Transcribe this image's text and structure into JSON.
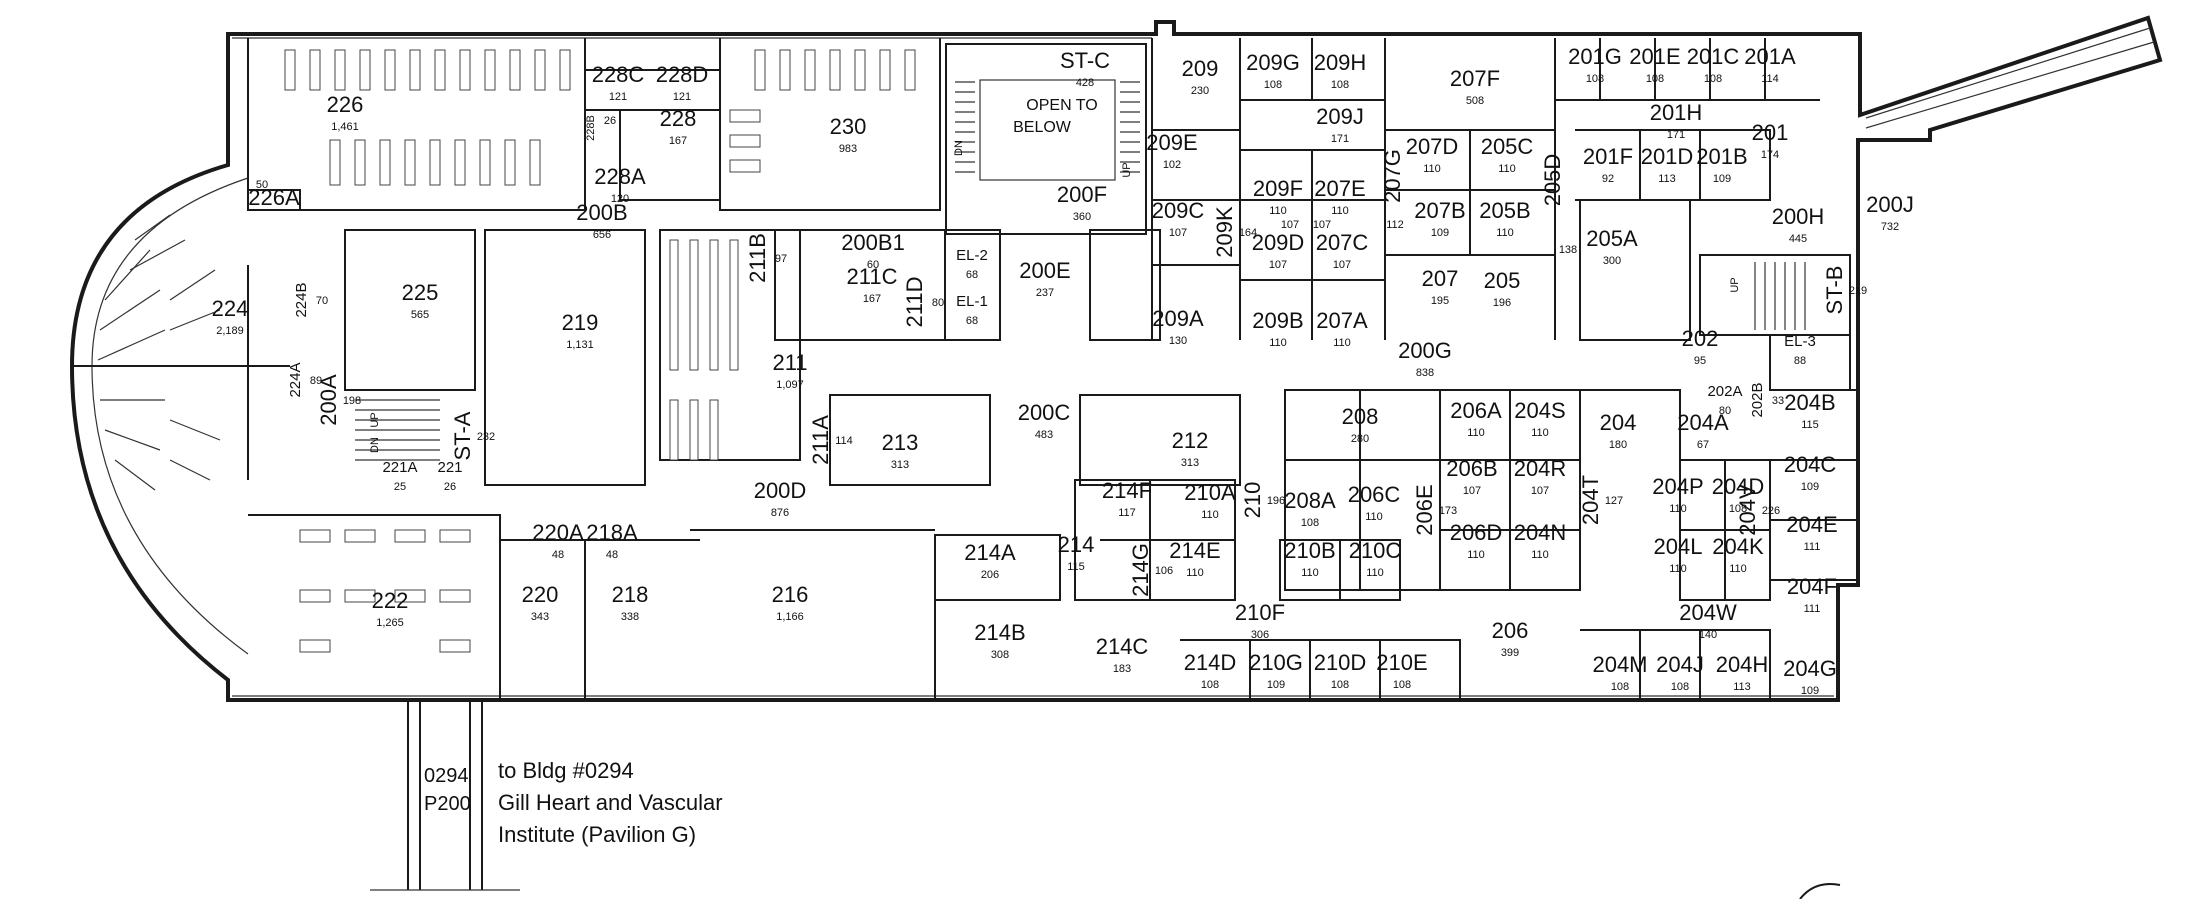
{
  "rooms": [
    {
      "id": "226",
      "area": "1,461"
    },
    {
      "id": "226A",
      "area": ""
    },
    {
      "id": "228C",
      "area": "121"
    },
    {
      "id": "228D",
      "area": "121"
    },
    {
      "id": "228",
      "area": "167"
    },
    {
      "id": "228A",
      "area": "120"
    },
    {
      "id": "230",
      "area": "983"
    },
    {
      "id": "ST-C",
      "area": "428"
    },
    {
      "id": "209",
      "area": "230"
    },
    {
      "id": "209G",
      "area": "108"
    },
    {
      "id": "209H",
      "area": "108"
    },
    {
      "id": "209J",
      "area": "171"
    },
    {
      "id": "207F",
      "area": "508"
    },
    {
      "id": "201G",
      "area": "108"
    },
    {
      "id": "201E",
      "area": "108"
    },
    {
      "id": "201C",
      "area": "108"
    },
    {
      "id": "201A",
      "area": "114"
    },
    {
      "id": "201H",
      "area": "171"
    },
    {
      "id": "201",
      "area": "174"
    },
    {
      "id": "201F",
      "area": "92"
    },
    {
      "id": "201D",
      "area": "113"
    },
    {
      "id": "201B",
      "area": "109"
    },
    {
      "id": "200J",
      "area": "732"
    },
    {
      "id": "200H",
      "area": "445"
    },
    {
      "id": "209E",
      "area": "102"
    },
    {
      "id": "209F",
      "area": "110"
    },
    {
      "id": "207E",
      "area": "110"
    },
    {
      "id": "207D",
      "area": "110"
    },
    {
      "id": "205C",
      "area": "110"
    },
    {
      "id": "207G",
      "area": ""
    },
    {
      "id": "205D",
      "area": ""
    },
    {
      "id": "200F",
      "area": "360"
    },
    {
      "id": "209C",
      "area": "107"
    },
    {
      "id": "209K",
      "area": "164"
    },
    {
      "id": "209D",
      "area": "107"
    },
    {
      "id": "207C",
      "area": "107"
    },
    {
      "id": "207B",
      "area": "109"
    },
    {
      "id": "205B",
      "area": "110"
    },
    {
      "id": "205A",
      "area": "300"
    },
    {
      "id": "200B",
      "area": "656"
    },
    {
      "id": "225",
      "area": "565"
    },
    {
      "id": "219",
      "area": "1,131"
    },
    {
      "id": "211B",
      "area": "97"
    },
    {
      "id": "200B1",
      "area": "60"
    },
    {
      "id": "EL-2",
      "area": "68"
    },
    {
      "id": "EL-1",
      "area": "68"
    },
    {
      "id": "211C",
      "area": "167"
    },
    {
      "id": "211D",
      "area": "80"
    },
    {
      "id": "200E",
      "area": "237"
    },
    {
      "id": "209A",
      "area": "130"
    },
    {
      "id": "209B",
      "area": "110"
    },
    {
      "id": "207A",
      "area": "110"
    },
    {
      "id": "207",
      "area": "195"
    },
    {
      "id": "205",
      "area": "196"
    },
    {
      "id": "ST-B",
      "area": "219"
    },
    {
      "id": "224",
      "area": "2,189"
    },
    {
      "id": "224B",
      "area": "70"
    },
    {
      "id": "200G",
      "area": "838"
    },
    {
      "id": "202",
      "area": "95"
    },
    {
      "id": "EL-3",
      "area": "88"
    },
    {
      "id": "211",
      "area": "1,097"
    },
    {
      "id": "224A",
      "area": "89"
    },
    {
      "id": "200A",
      "area": "198"
    },
    {
      "id": "ST-A",
      "area": "232"
    },
    {
      "id": "221A",
      "area": "25"
    },
    {
      "id": "221",
      "area": "26"
    },
    {
      "id": "211A",
      "area": "114"
    },
    {
      "id": "213",
      "area": "313"
    },
    {
      "id": "200C",
      "area": "483"
    },
    {
      "id": "212",
      "area": "313"
    },
    {
      "id": "208",
      "area": "280"
    },
    {
      "id": "206A",
      "area": "110"
    },
    {
      "id": "204S",
      "area": "110"
    },
    {
      "id": "204",
      "area": "180"
    },
    {
      "id": "204A",
      "area": "67"
    },
    {
      "id": "202A",
      "area": "80"
    },
    {
      "id": "202B",
      "area": "33"
    },
    {
      "id": "204B",
      "area": "115"
    },
    {
      "id": "210",
      "area": "196"
    },
    {
      "id": "214F",
      "area": "117"
    },
    {
      "id": "210A",
      "area": "110"
    },
    {
      "id": "208A",
      "area": "108"
    },
    {
      "id": "206C",
      "area": "110"
    },
    {
      "id": "206B",
      "area": "107"
    },
    {
      "id": "204R",
      "area": "107"
    },
    {
      "id": "204T",
      "area": "127"
    },
    {
      "id": "204P",
      "area": "110"
    },
    {
      "id": "204D",
      "area": "108"
    },
    {
      "id": "204C",
      "area": "109"
    },
    {
      "id": "200D",
      "area": "876"
    },
    {
      "id": "220A",
      "area": "48"
    },
    {
      "id": "218A",
      "area": "48"
    },
    {
      "id": "214",
      "area": "115"
    },
    {
      "id": "214A",
      "area": "206"
    },
    {
      "id": "214G",
      "area": "106"
    },
    {
      "id": "214E",
      "area": "110"
    },
    {
      "id": "210B",
      "area": "110"
    },
    {
      "id": "210C",
      "area": "110"
    },
    {
      "id": "206E",
      "area": "173"
    },
    {
      "id": "206D",
      "area": "110"
    },
    {
      "id": "204N",
      "area": "110"
    },
    {
      "id": "204V",
      "area": "226"
    },
    {
      "id": "204E",
      "area": "111"
    },
    {
      "id": "204L",
      "area": "110"
    },
    {
      "id": "204K",
      "area": "110"
    },
    {
      "id": "222",
      "area": "1,265"
    },
    {
      "id": "220",
      "area": "343"
    },
    {
      "id": "218",
      "area": "338"
    },
    {
      "id": "216",
      "area": "1,166"
    },
    {
      "id": "210F",
      "area": "306"
    },
    {
      "id": "204W",
      "area": "140"
    },
    {
      "id": "204F",
      "area": "111"
    },
    {
      "id": "214B",
      "area": "308"
    },
    {
      "id": "214C",
      "area": "183"
    },
    {
      "id": "214D",
      "area": "108"
    },
    {
      "id": "210G",
      "area": "109"
    },
    {
      "id": "210D",
      "area": "108"
    },
    {
      "id": "210E",
      "area": "108"
    },
    {
      "id": "206",
      "area": "399"
    },
    {
      "id": "204M",
      "area": "108"
    },
    {
      "id": "204J",
      "area": "108"
    },
    {
      "id": "204H",
      "area": "113"
    },
    {
      "id": "204G",
      "area": "109"
    }
  ],
  "labels": {
    "open_to_below_1": "OPEN TO",
    "open_to_below_2": "BELOW",
    "bldg_code": "0294",
    "bldg_suffix": "P200",
    "link_line1": "to Bldg #0294",
    "link_line2": "Gill Heart and Vascular",
    "link_line3": "Institute (Pavilion G)",
    "up": "UP",
    "dn": "DN",
    "num_228b": "228B",
    "num_26": "26",
    "num_50": "50",
    "num_112": "112",
    "num_138": "138",
    "num_107a": "107",
    "num_107b": "107"
  }
}
